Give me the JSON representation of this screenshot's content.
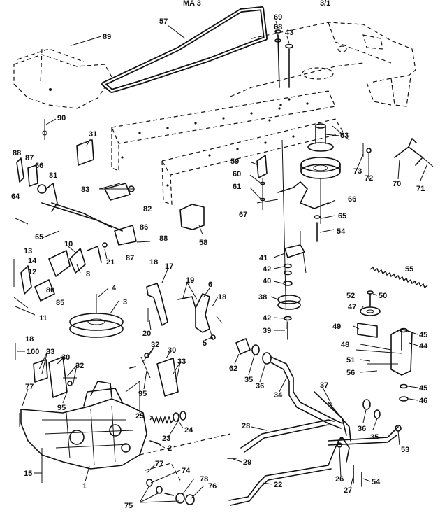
{
  "header": {
    "fragment_left": "MA 3",
    "fragment_right": "3/1"
  },
  "callouts": [
    "89",
    "57",
    "69",
    "68",
    "43",
    "90",
    "31",
    "63",
    "88",
    "87",
    "66",
    "81",
    "83",
    "82",
    "59",
    "60",
    "61",
    "67",
    "73",
    "72",
    "70",
    "71",
    "64",
    "65",
    "86",
    "58",
    "88",
    "10",
    "8",
    "21",
    "87",
    "13",
    "14",
    "12",
    "80",
    "85",
    "11",
    "41",
    "42",
    "40",
    "38",
    "42",
    "39",
    "66",
    "55",
    "65",
    "54",
    "4",
    "3",
    "18",
    "17",
    "19",
    "6",
    "18",
    "20",
    "5",
    "52",
    "50",
    "47",
    "49",
    "48",
    "51",
    "56",
    "45",
    "44",
    "45",
    "46",
    "18",
    "100",
    "33",
    "30",
    "32",
    "95",
    "77",
    "32",
    "30",
    "33",
    "95",
    "62",
    "35",
    "36",
    "34",
    "37",
    "25",
    "24",
    "23",
    "2",
    "28",
    "36",
    "35",
    "53",
    "29",
    "77",
    "74",
    "78",
    "76",
    "75",
    "22",
    "26",
    "27",
    "54",
    "15",
    "1"
  ]
}
